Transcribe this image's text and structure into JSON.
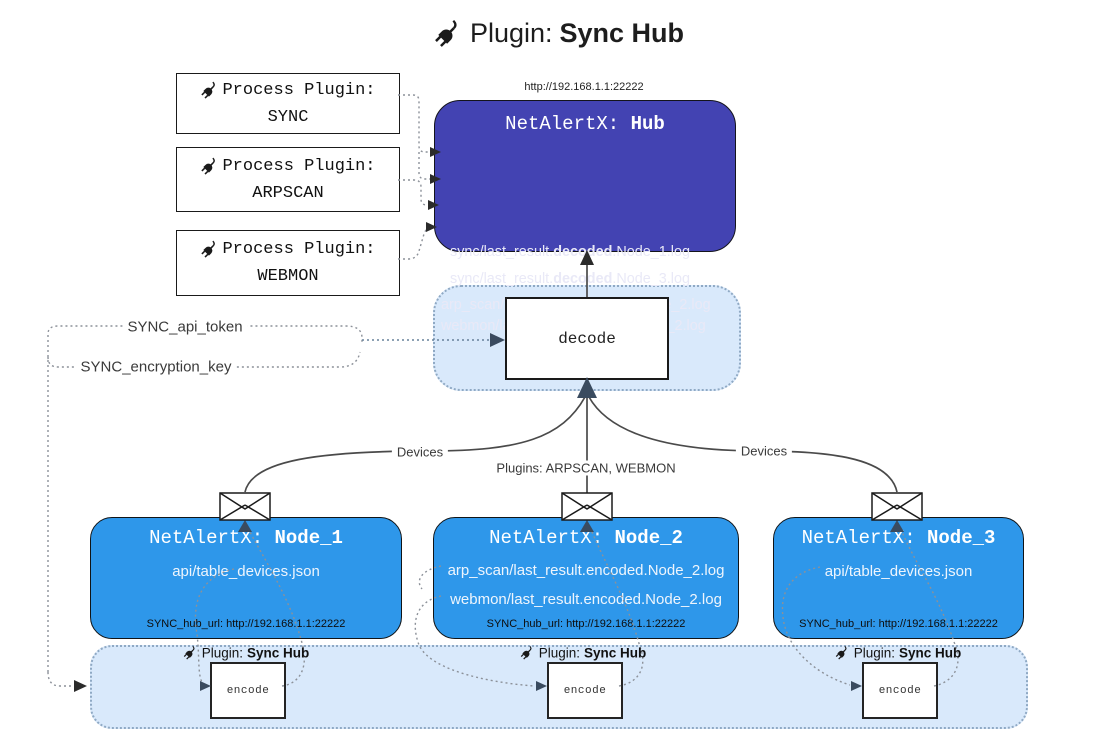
{
  "colors": {
    "hub": "#4343b2",
    "node": "#2e97ea",
    "panel": "#d9e9fb",
    "panel_border": "#8fa9c4",
    "line": "#4a4a4a",
    "dot": "#8c9199",
    "slate": "#66809a",
    "arrow_dark": "#3a4b5f"
  },
  "title": {
    "prefix": "Plugin:",
    "name": "Sync Hub"
  },
  "process_plugins": [
    {
      "label": "Process Plugin:",
      "name": "SYNC"
    },
    {
      "label": "Process Plugin:",
      "name": "ARPSCAN"
    },
    {
      "label": "Process Plugin:",
      "name": "WEBMON"
    }
  ],
  "hub": {
    "url": "http://192.168.1.1:22222",
    "title_prefix": "NetAlertX: ",
    "title_name": "Hub",
    "log_lines": [
      {
        "pre": "sync/last_result.",
        "bold": "decoded",
        "post": ".Node_1.log"
      },
      {
        "pre": "sync/last_result.",
        "bold": "decoded",
        "post": ".Node_3.log"
      },
      {
        "pre": "arp_scan/last_result.",
        "bold": "decoded",
        "post": ".Node_2.log"
      },
      {
        "pre": "webmon/last_result.",
        "bold": "decoded",
        "post": ".Node_2.log"
      }
    ]
  },
  "decode_label": "decode",
  "token_labels": {
    "api_token": "SYNC_api_token",
    "encryption_key": "SYNC_encryption_key"
  },
  "edge_labels": {
    "devices_left": "Devices",
    "plugins_center": "Plugins: ARPSCAN, WEBMON",
    "devices_right": "Devices"
  },
  "nodes": [
    {
      "title_prefix": "NetAlertX: ",
      "title_name": "Node_1",
      "lines": [
        "api/table_devices.json"
      ],
      "hub_url": "SYNC_hub_url: http://192.168.1.1:22222"
    },
    {
      "title_prefix": "NetAlertX: ",
      "title_name": "Node_2",
      "lines": [
        "arp_scan/last_result.encoded.Node_2.log",
        "webmon/last_result.encoded.Node_2.log"
      ],
      "hub_url": "SYNC_hub_url: http://192.168.1.1:22222"
    },
    {
      "title_prefix": "NetAlertX: ",
      "title_name": "Node_3",
      "lines": [
        "api/table_devices.json"
      ],
      "hub_url": "SYNC_hub_url: http://192.168.1.1:22222"
    }
  ],
  "encode": {
    "box_label": "encode",
    "plugin_prefix": "Plugin:",
    "plugin_name": "Sync Hub"
  }
}
